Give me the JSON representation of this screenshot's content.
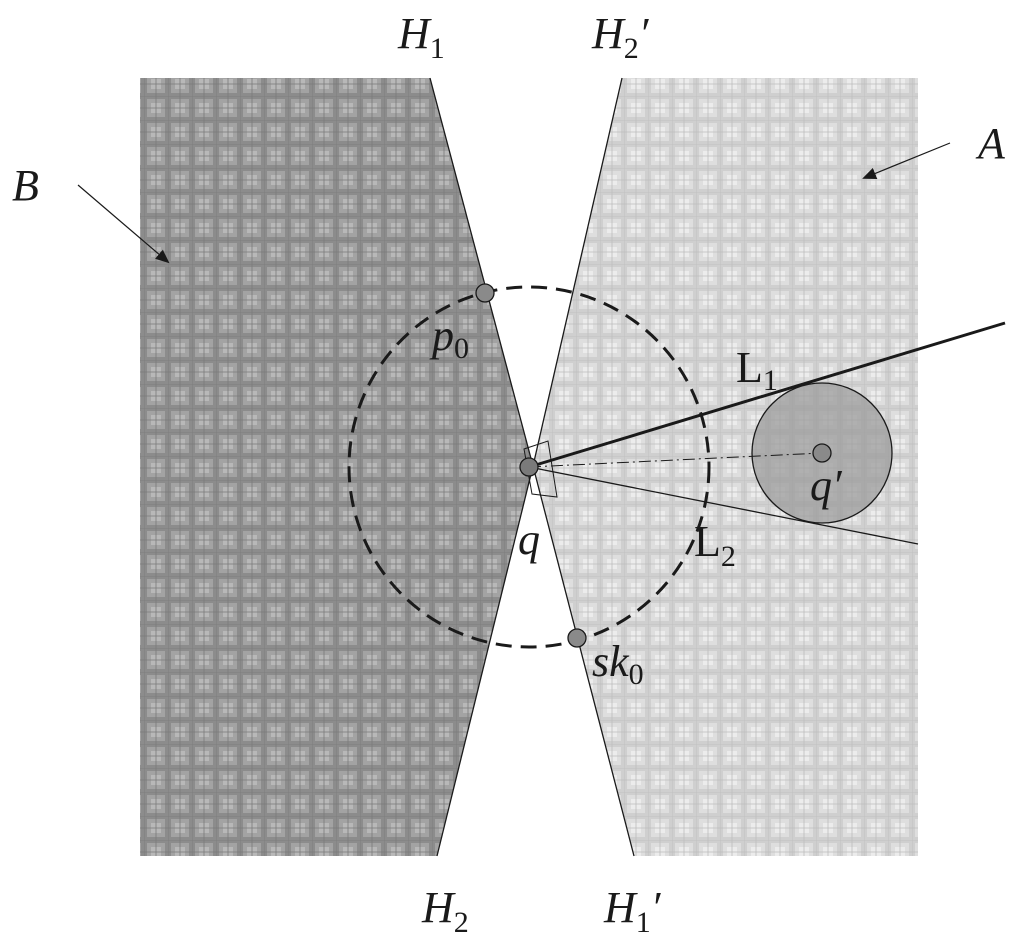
{
  "labels": {
    "H1_top": {
      "base": "H",
      "sub": "1",
      "suffix": ""
    },
    "H2p_top": {
      "base": "H",
      "sub": "2",
      "suffix": "′"
    },
    "H2_bottom": {
      "base": "H",
      "sub": "2",
      "suffix": ""
    },
    "H1p_bottom": {
      "base": "H",
      "sub": "1",
      "suffix": "′"
    },
    "A": "A",
    "B": "B",
    "p0": {
      "base": "p",
      "sub": "0"
    },
    "sk0": {
      "base": "sk",
      "sub": "0"
    },
    "q": "q",
    "q_prime": "q′",
    "L1": {
      "base": "L",
      "sub": "1"
    },
    "L2": {
      "base": "L",
      "sub": "2"
    }
  },
  "colors": {
    "region_B": "#8c8c8c",
    "region_A": "#d2d2d2",
    "ink": "#1a1a1a",
    "point_fill": "#8a8a8a",
    "disk_fill": "#9c9c9c"
  }
}
